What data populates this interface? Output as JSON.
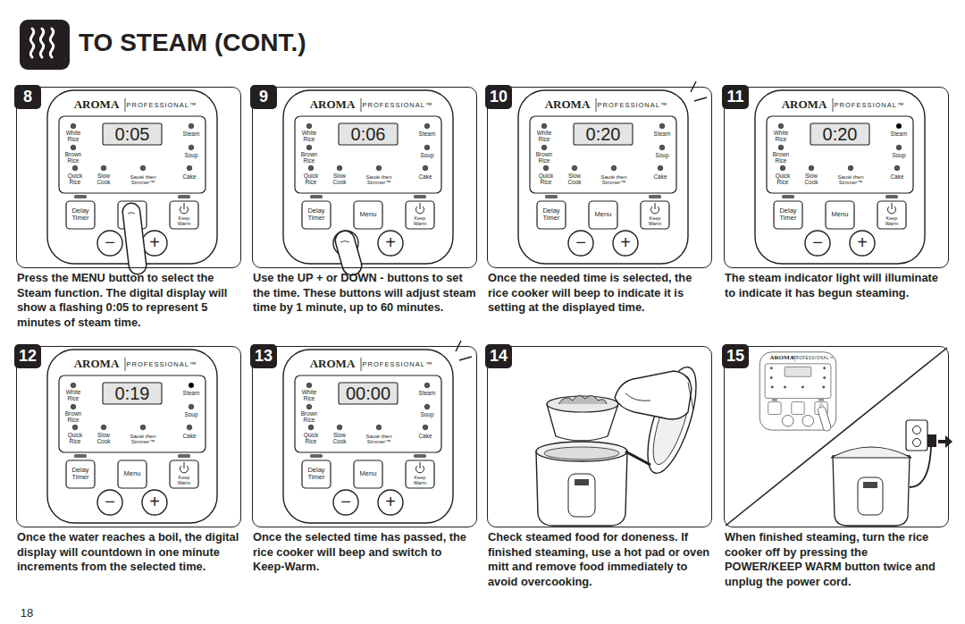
{
  "diagram": {
    "title": "TO STEAM (CONT.)",
    "nodes": [
      {
        "text": [
          "8",
          "Press the MENU button to select the Steam function. The digital display will show a flashing 0:05 to represent 5 minutes of steam time."
        ]
      },
      {
        "text": [
          "9",
          "Use the UP + or DOWN - buttons to set the time. These buttons will adjust steam time by 1 minute, up to 60 minutes."
        ]
      },
      {
        "text": [
          "10",
          "Once the needed time is selected, the rice cooker will beep to indicate it is setting at the displayed time."
        ]
      },
      {
        "text": [
          "11",
          "The steam indicator light will illuminate to indicate it has begun steaming."
        ]
      },
      {
        "text": [
          "12",
          "Once the water reaches a boil, the digital display will countdown in one minute increments from the selected time."
        ]
      },
      {
        "text": [
          "13",
          "Once the selected time has passed, the rice cooker will beep and switch to Keep-Warm."
        ]
      },
      {
        "text": [
          "14",
          "Check steamed food for doneness. If finished steaming, use a hot pad or oven mitt and remove food immediately to avoid overcooking."
        ]
      },
      {
        "text": [
          "15",
          "When finished steaming, turn the rice cooker off by pressing the POWER/KEEP WARM button twice and unplug the power cord."
        ]
      }
    ],
    "labels": [
      "AROMA",
      "PROFESSIONAL™",
      "0:05",
      "White Rice",
      "Steam",
      "Brown Rice",
      "Soup",
      "Quick Rice",
      "Slow Cook",
      "Sauté then Simmer™",
      "Cake",
      "Delay Timer",
      "Keep Warm",
      "−",
      "+",
      "AROMA",
      "PROFESSIONAL™",
      "0:06",
      "White Rice",
      "Steam",
      "Brown Rice",
      "Soup",
      "Quick Rice",
      "Slow Cook",
      "Sauté then Simmer™",
      "Cake",
      "Delay Timer",
      "Menu",
      "Keep Warm",
      "+",
      "AROMA",
      "PROFESSIONAL™",
      "0:20",
      "White Rice",
      "Steam",
      "Brown Rice",
      "Soup",
      "Quick Rice",
      "Slow Cook",
      "Sauté then Simmer™",
      "Cake",
      "Delay Timer",
      "Menu",
      "Keep Warm",
      "−",
      "+",
      "AROMA",
      "PROFESSIONAL™",
      "0:20",
      "White Rice",
      "Steam",
      "Brown Rice",
      "Soup",
      "Quick Rice",
      "Slow Cook",
      "Sauté then Simmer™",
      "Cake",
      "Delay Timer",
      "Menu",
      "Keep Warm",
      "−",
      "+",
      "AROMA",
      "PROFESSIONAL™",
      "0:19",
      "White Rice",
      "Steam",
      "Brown Rice",
      "Soup",
      "Quick Rice",
      "Slow Cook",
      "Sauté then Simmer™",
      "Cake",
      "Delay Timer",
      "Menu",
      "Keep Warm",
      "−",
      "+",
      "AROMA",
      "PROFESSIONAL™",
      "00:00",
      "White Rice",
      "Steam",
      "Brown Rice",
      "Soup",
      "Quick Rice",
      "Slow Cook",
      "Sauté then Simmer™",
      "Cake",
      "Delay Timer",
      "Menu",
      "Keep Warm",
      "−",
      "+",
      "AROMA",
      "PROFESSIONAL™",
      "18"
    ]
  }
}
